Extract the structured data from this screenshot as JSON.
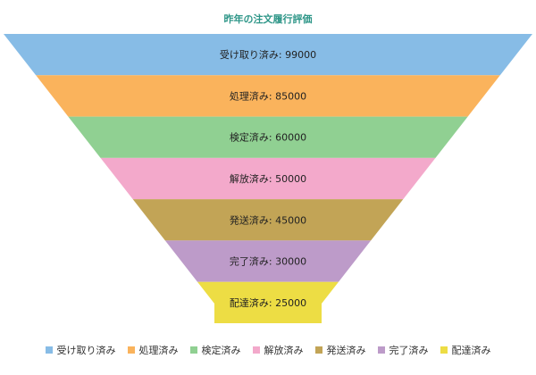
{
  "chart_data": {
    "type": "funnel",
    "title": "昨年の注文履行評価",
    "categories": [
      "受け取り済み",
      "処理済み",
      "検定済み",
      "解放済み",
      "発送済み",
      "完了済み",
      "配達済み"
    ],
    "values": [
      99000,
      85000,
      60000,
      50000,
      45000,
      30000,
      25000
    ],
    "data_labels": [
      "受け取り済み: 99000",
      "処理済み: 85000",
      "検定済み: 60000",
      "解放済み: 50000",
      "発送済み: 45000",
      "完了済み: 30000",
      "配達済み: 25000"
    ],
    "colors": [
      "#87bce6",
      "#fab35c",
      "#90d092",
      "#f3a9cb",
      "#c2a456",
      "#bd9bc9",
      "#eddd44"
    ],
    "legend_position": "bottom",
    "neck": true
  }
}
